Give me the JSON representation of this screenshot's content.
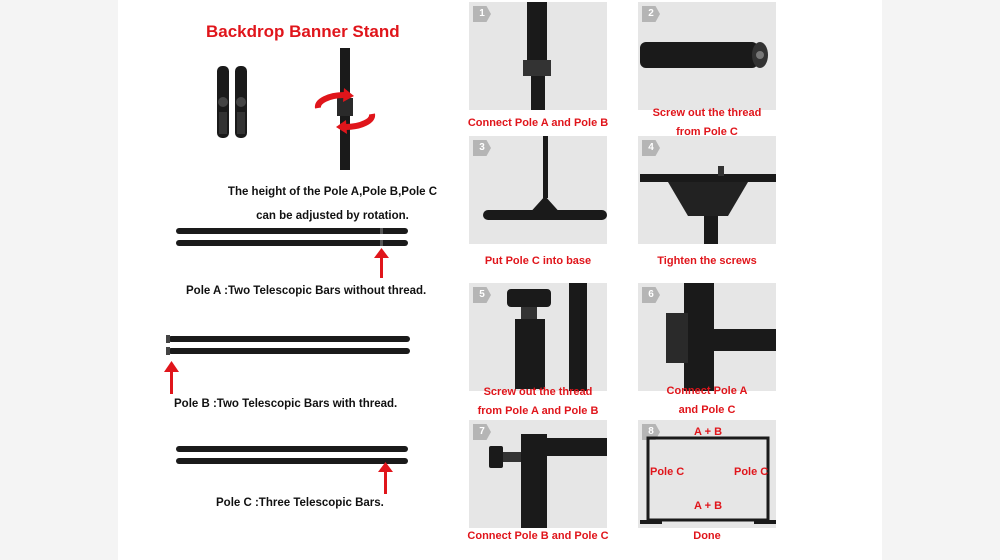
{
  "title": "Backdrop Banner Stand",
  "adjust_note": [
    "The height of the Pole A,Pole B,Pole C",
    "can be adjusted by rotation."
  ],
  "poles": [
    {
      "label": "Pole A :Two Telescopic Bars without thread."
    },
    {
      "label": "Pole B :Two Telescopic Bars with thread."
    },
    {
      "label": "Pole C :Three Telescopic Bars."
    }
  ],
  "steps": [
    {
      "num": "1",
      "caption": [
        "Connect Pole A and Pole B"
      ]
    },
    {
      "num": "2",
      "caption": [
        "Screw out the thread",
        "from Pole C"
      ]
    },
    {
      "num": "3",
      "caption": [
        "Put Pole C into base"
      ]
    },
    {
      "num": "4",
      "caption": [
        "Tighten the screws"
      ]
    },
    {
      "num": "5",
      "caption": [
        "Screw out the thread",
        "from Pole A and Pole B"
      ]
    },
    {
      "num": "6",
      "caption": [
        "Connect Pole A",
        "and Pole C"
      ]
    },
    {
      "num": "7",
      "caption": [
        "Connect Pole B and Pole C"
      ]
    },
    {
      "num": "8",
      "caption": [
        "Done"
      ]
    }
  ],
  "frame_labels": {
    "top": "A + B",
    "bottom": "A + B",
    "left": "Pole C",
    "right": "Pole C"
  },
  "colors": {
    "accent_red": "#e0151b",
    "tile_bg": "#e6e6e6",
    "pole_black": "#1a1a1a"
  }
}
